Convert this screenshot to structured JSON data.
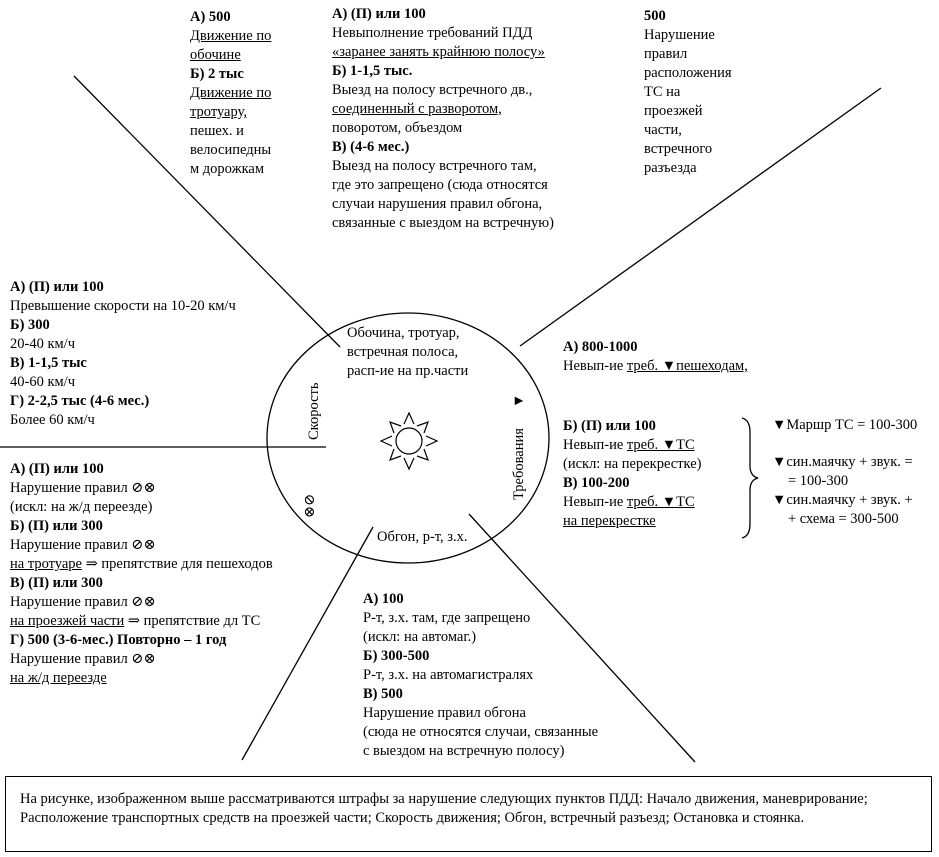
{
  "center": {
    "top_label": [
      "Обочина, тротуар,",
      "встречная полоса,",
      "расп-ие на пр.части"
    ],
    "left_label": "Скорость",
    "right_label": "Требования",
    "bottom_label": "Обгон, р-т, з.х.",
    "left_bottom_symbol": "⊗⊘",
    "right_symbol": "▼",
    "icon": "sun-icon"
  },
  "top_left": {
    "a_title": "А) 500",
    "a_lines": [
      "Движение по",
      "обочине"
    ],
    "b_title": "Б) 2 тыс",
    "b_lines": [
      "Движение по",
      "тротуару,",
      "пешех. и",
      "велосипедны",
      "м дорожкам"
    ]
  },
  "top_middle": {
    "a_title": "А) (П) или 100",
    "a_lines": [
      "Невыполнение требований ПДД",
      "«заранее занять крайнюю полосу»"
    ],
    "b_title": "Б) 1-1,5 тыс.",
    "b_lines": [
      "Выезд на полосу встречного дв.,",
      "соединенный с разворотом,",
      "поворотом, объездом"
    ],
    "c_title": "В) (4-6 мес.)",
    "c_lines": [
      "Выезд на полосу встречного там,",
      "где это запрещено (сюда относятся",
      "случаи нарушения правил обгона,",
      "связанные с выездом на встречную)"
    ]
  },
  "top_right": {
    "title": "500",
    "lines": [
      "Нарушение",
      "правил",
      "расположения",
      "ТС на",
      "проезжей",
      "части,",
      "встречного",
      "разъезда"
    ]
  },
  "left_upper": {
    "a_title": "А) (П) или 100",
    "a_line": "Превышение скорости на 10-20 км/ч",
    "b_title": "Б) 300",
    "b_line": "20-40 км/ч",
    "c_title": "В) 1-1,5 тыс",
    "c_line": "40-60 км/ч",
    "d_title": "Г) 2-2,5 тыс (4-6 мес.)",
    "d_line": "Более 60 км/ч"
  },
  "left_lower": {
    "a_title": "А) (П) или 100",
    "a_lines": [
      "Нарушение правил ⊘⊗",
      "(искл: на ж/д переезде)"
    ],
    "b_title": "Б) (П) или 300",
    "b_line1": "Нарушение правил ⊘⊗",
    "b_line2_u": "на тротуаре",
    "b_line2_rest": " ⇒ препятствие для пешеходов",
    "c_title": "В) (П) или 300",
    "c_line1": "Нарушение правил ⊘⊗",
    "c_line2_u": "на проезжей части",
    "c_line2_rest": " ⇒ препятствие дл ТС",
    "d_title": "Г) 500 (3-6-мес.) Повторно – 1 год",
    "d_line1": "Нарушение правил ⊘⊗",
    "d_line2": "на ж/д переезде"
  },
  "bottom_middle": {
    "a_title": "А) 100",
    "a_lines": [
      "Р-т, з.х. там, где запрещено",
      "(искл: на автомаг.)"
    ],
    "b_title": "Б) 300-500",
    "b_line": "Р-т, з.х. на автомагистралях",
    "c_title": "В) 500",
    "c_lines": [
      "Нарушение правил обгона",
      "(сюда не относятся случаи, связанные",
      "с выездом на встречную полосу)"
    ]
  },
  "right_middle": {
    "a_title": "А) 800-1000",
    "a_prefix": "Невып-ие ",
    "a_u": "треб. ▼пешеходам,",
    "b_title": "Б) (П) или 100",
    "b_prefix": "Невып-ие ",
    "b_u": "треб. ▼ТС",
    "b_note": "(искл: на перекрестке)",
    "c_title": "В) 100-200",
    "c_prefix": "Невып-ие ",
    "c_u": "треб. ▼ТС",
    "c_u2": "на перекрестке"
  },
  "right_bracket": {
    "lines": [
      "▼Маршр ТС = 100-300",
      "▼син.маячку + звук. =",
      "= 100-300",
      "▼син.маячку + звук. +",
      "+ схема = 300-500"
    ]
  },
  "footer": {
    "text": "На рисунке, изображенном выше рассматриваются штрафы за нарушение следующих пунктов ПДД: Начало движения, маневрирование; Расположение транспортных средств на проезжей части; Скорость движения; Обгон, встречный разъезд; Остановка и стоянка."
  }
}
